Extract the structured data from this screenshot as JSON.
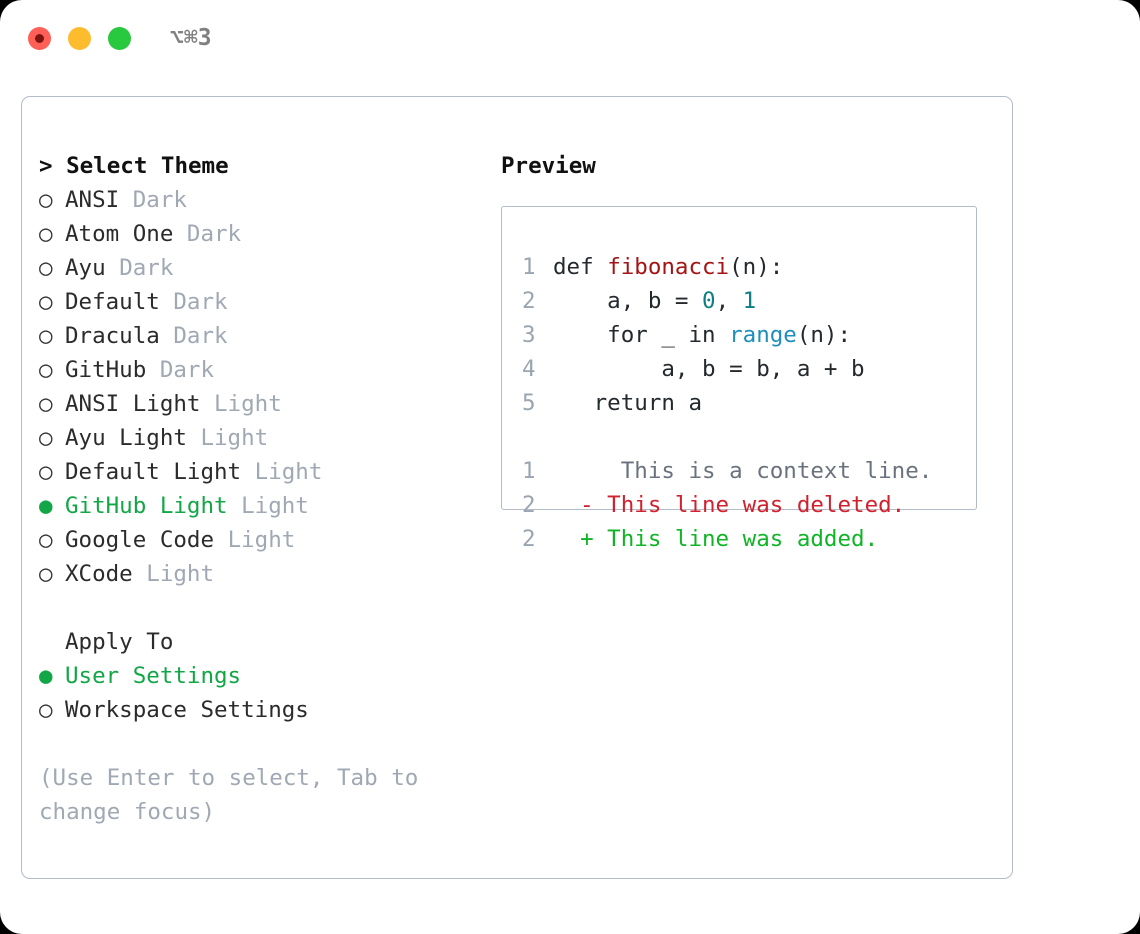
{
  "titlebar": {
    "shortcut": "⌥⌘3",
    "buttons": [
      "close",
      "minimize",
      "zoom"
    ]
  },
  "theme_list": {
    "header_prefix": "> ",
    "header": "Select Theme",
    "bullet_unselected": "○",
    "bullet_selected": "●",
    "items": [
      {
        "name": "ANSI",
        "variant": "Dark",
        "selected": false
      },
      {
        "name": "Atom One",
        "variant": "Dark",
        "selected": false
      },
      {
        "name": "Ayu",
        "variant": "Dark",
        "selected": false
      },
      {
        "name": "Default",
        "variant": "Dark",
        "selected": false
      },
      {
        "name": "Dracula",
        "variant": "Dark",
        "selected": false
      },
      {
        "name": "GitHub",
        "variant": "Dark",
        "selected": false
      },
      {
        "name": "ANSI Light",
        "variant": "Light",
        "selected": false
      },
      {
        "name": "Ayu Light",
        "variant": "Light",
        "selected": false
      },
      {
        "name": "Default Light",
        "variant": "Light",
        "selected": false
      },
      {
        "name": "GitHub Light",
        "variant": "Light",
        "selected": true
      },
      {
        "name": "Google Code",
        "variant": "Light",
        "selected": false
      },
      {
        "name": "XCode",
        "variant": "Light",
        "selected": false
      }
    ]
  },
  "apply_to": {
    "title": "Apply To",
    "options": [
      {
        "label": "User Settings",
        "selected": true
      },
      {
        "label": "Workspace Settings",
        "selected": false
      }
    ]
  },
  "hint": "(Use Enter to select, Tab to change focus)",
  "preview": {
    "title": "Preview",
    "code": [
      {
        "ln": "1",
        "parts": [
          {
            "t": "def ",
            "c": "plain"
          },
          {
            "t": "fibonacci",
            "c": "fn"
          },
          {
            "t": "(n):",
            "c": "plain"
          }
        ]
      },
      {
        "ln": "2",
        "parts": [
          {
            "t": "    a, b = ",
            "c": "plain"
          },
          {
            "t": "0",
            "c": "num"
          },
          {
            "t": ", ",
            "c": "plain"
          },
          {
            "t": "1",
            "c": "num"
          }
        ]
      },
      {
        "ln": "3",
        "parts": [
          {
            "t": "    for _ in ",
            "c": "plain"
          },
          {
            "t": "range",
            "c": "call"
          },
          {
            "t": "(n):",
            "c": "plain"
          }
        ]
      },
      {
        "ln": "4",
        "parts": [
          {
            "t": "        a, b = b, a + b",
            "c": "plain"
          }
        ]
      },
      {
        "ln": "5",
        "parts": [
          {
            "t": "   return a",
            "c": "plain"
          }
        ]
      }
    ],
    "diff": [
      {
        "ln": "1",
        "marker": " ",
        "text": "  This is a context line.",
        "kind": "ctx"
      },
      {
        "ln": "2",
        "marker": "-",
        "text": " This line was deleted.",
        "kind": "del"
      },
      {
        "ln": "2",
        "marker": "+",
        "text": " This line was added.",
        "kind": "add"
      }
    ]
  },
  "colors": {
    "accent_green": "#12a746",
    "muted": "#a0a8b4",
    "border": "#b4bcc9",
    "fn_red": "#a31515",
    "num_teal": "#0d7e83",
    "call_blue": "#1f8ebd",
    "diff_del": "#cf222e",
    "diff_add": "#10b426"
  }
}
